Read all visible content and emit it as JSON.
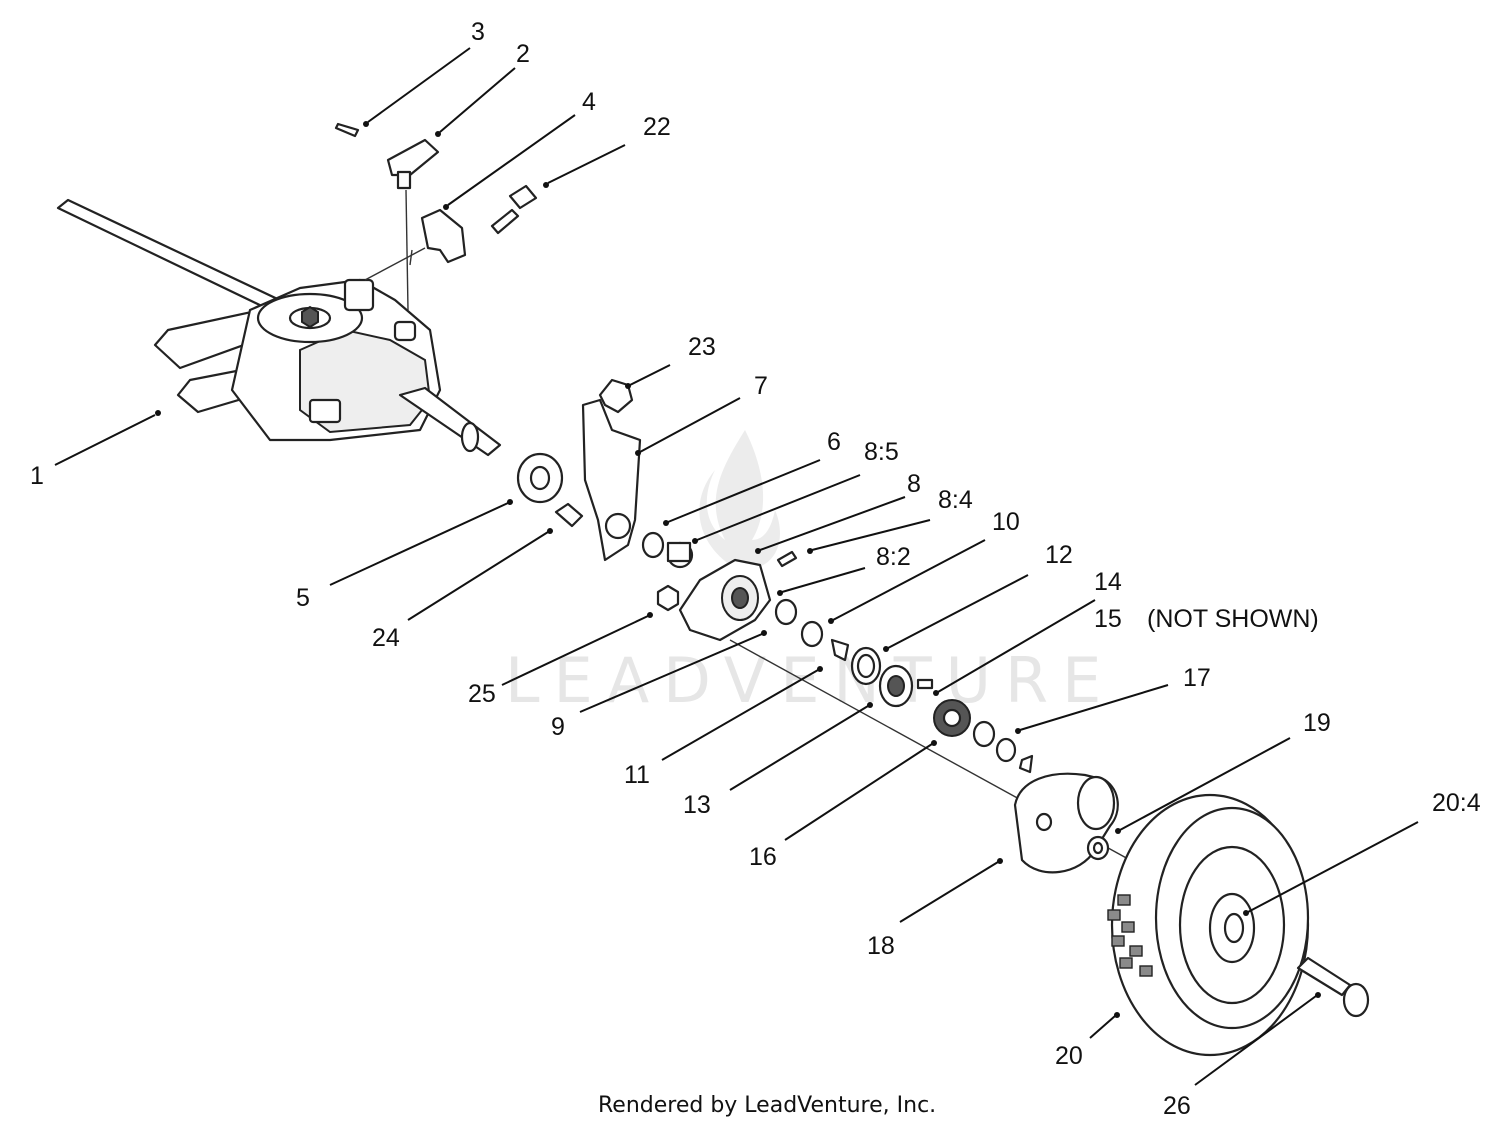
{
  "diagram": {
    "callouts": [
      {
        "id": "1",
        "text": "1"
      },
      {
        "id": "2",
        "text": "2"
      },
      {
        "id": "3",
        "text": "3"
      },
      {
        "id": "4",
        "text": "4"
      },
      {
        "id": "5",
        "text": "5"
      },
      {
        "id": "6",
        "text": "6"
      },
      {
        "id": "7",
        "text": "7"
      },
      {
        "id": "8",
        "text": "8"
      },
      {
        "id": "8-5",
        "text": "8:5"
      },
      {
        "id": "8-4",
        "text": "8:4"
      },
      {
        "id": "8-2",
        "text": "8:2"
      },
      {
        "id": "9",
        "text": "9"
      },
      {
        "id": "10",
        "text": "10"
      },
      {
        "id": "11",
        "text": "11"
      },
      {
        "id": "12",
        "text": "12"
      },
      {
        "id": "13",
        "text": "13"
      },
      {
        "id": "14",
        "text": "14"
      },
      {
        "id": "15",
        "text": "15"
      },
      {
        "id": "16",
        "text": "16"
      },
      {
        "id": "17",
        "text": "17"
      },
      {
        "id": "18",
        "text": "18"
      },
      {
        "id": "19",
        "text": "19"
      },
      {
        "id": "20",
        "text": "20"
      },
      {
        "id": "20-4",
        "text": "20:4"
      },
      {
        "id": "22",
        "text": "22"
      },
      {
        "id": "23",
        "text": "23"
      },
      {
        "id": "24",
        "text": "24"
      },
      {
        "id": "25",
        "text": "25"
      },
      {
        "id": "26",
        "text": "26"
      }
    ],
    "not_shown_note": "(NOT SHOWN)",
    "watermark": "LEADVENTURE",
    "footer": "Rendered by LeadVenture, Inc."
  }
}
